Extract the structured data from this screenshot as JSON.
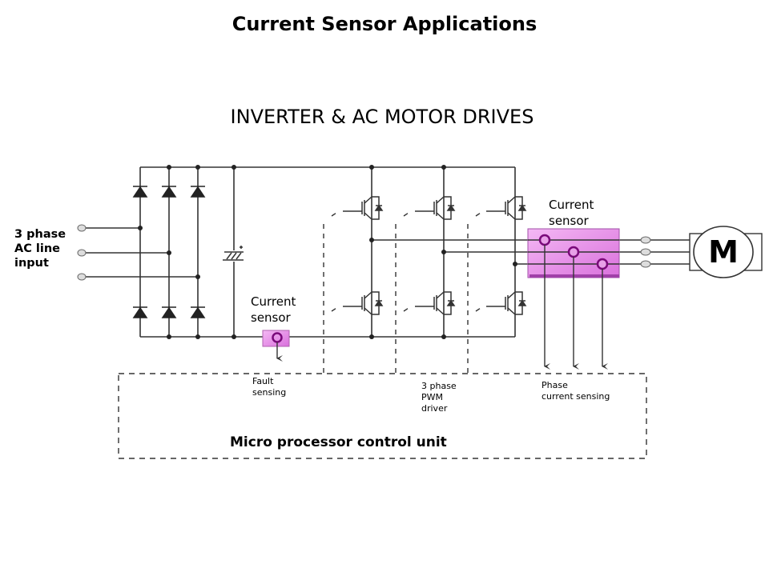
{
  "slide": {
    "title": "Current Sensor Applications",
    "subtitle": "INVERTER & AC MOTOR DRIVES"
  },
  "diagram": {
    "input_label": [
      "3 phase",
      "AC line",
      "input"
    ],
    "dc_link_sensor_label": [
      "Current",
      "sensor"
    ],
    "phase_sensor_label": [
      "Current",
      "sensor"
    ],
    "motor_symbol": "M",
    "control_unit_label": "Micro processor control unit",
    "signal_labels": {
      "fault": [
        "Fault",
        "sensing"
      ],
      "pwm": [
        "3 phase",
        "PWM",
        "driver"
      ],
      "phase_current": [
        "Phase",
        "current sensing"
      ]
    },
    "colors": {
      "sensor_fill": "#e58fe8",
      "sensor_ring": "#7a0a7a",
      "line": "#333333"
    }
  }
}
